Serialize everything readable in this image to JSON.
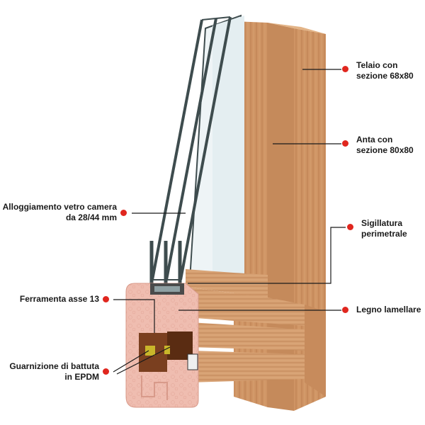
{
  "colors": {
    "marker": "#e0261e",
    "leader": "#1a1a1a",
    "wood_light": "#d9a273",
    "wood_mid": "#c98d5e",
    "wood_dark": "#a86b41",
    "section": "#ebb3a6",
    "glass": "#e9f1f4",
    "glass_edge": "#4a5a5c"
  },
  "callouts": [
    {
      "id": "telaio",
      "line1": "Telaio con",
      "line2": "sezione 68x80"
    },
    {
      "id": "anta",
      "line1": "Anta con",
      "line2": "sezione 80x80"
    },
    {
      "id": "sigillatura",
      "line1": "Sigillatura",
      "line2": "perimetrale"
    },
    {
      "id": "legno",
      "line1": "Legno lamellare",
      "line2": ""
    },
    {
      "id": "alloggiamento",
      "line1": "Alloggiamento vetro camera",
      "line2": "da 28/44 mm"
    },
    {
      "id": "ferramenta",
      "line1": "Ferramenta asse 13",
      "line2": ""
    },
    {
      "id": "guarnizione",
      "line1": "Guarnizione di battuta",
      "line2": "in EPDM"
    }
  ]
}
